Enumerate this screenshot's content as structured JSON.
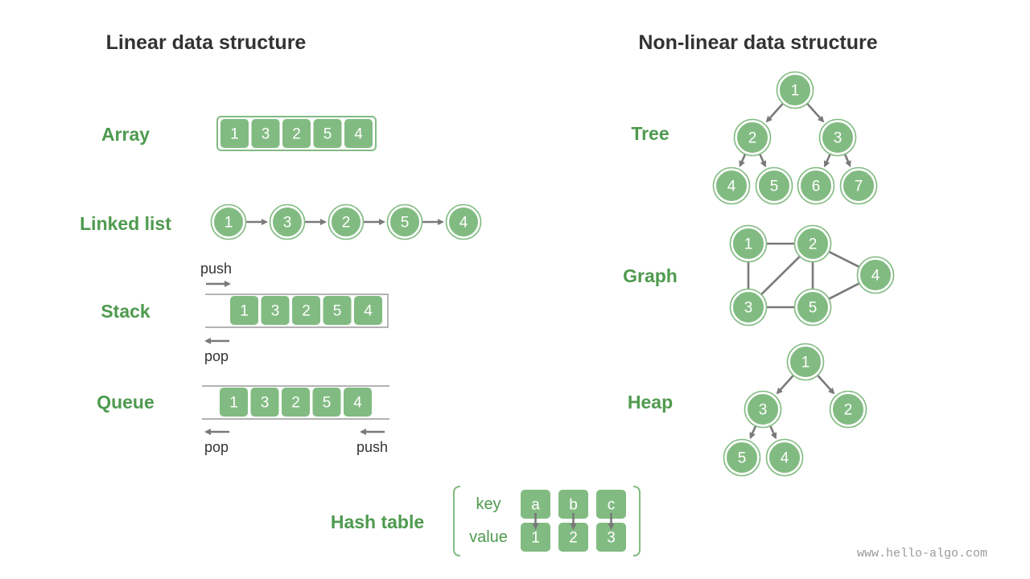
{
  "titles": {
    "linear": "Linear data structure",
    "nonlinear": "Non-linear data structure"
  },
  "labels": {
    "array": "Array",
    "linked_list": "Linked list",
    "stack": "Stack",
    "queue": "Queue",
    "hash_table": "Hash table",
    "tree": "Tree",
    "graph": "Graph",
    "heap": "Heap"
  },
  "array": [
    "1",
    "3",
    "2",
    "5",
    "4"
  ],
  "linked_list": [
    "1",
    "3",
    "2",
    "5",
    "4"
  ],
  "stack": {
    "items": [
      "1",
      "3",
      "2",
      "5",
      "4"
    ],
    "push_label": "push",
    "pop_label": "pop"
  },
  "queue": {
    "items": [
      "1",
      "3",
      "2",
      "5",
      "4"
    ],
    "pop_label": "pop",
    "push_label": "push"
  },
  "tree": {
    "nodes": [
      "1",
      "2",
      "3",
      "4",
      "5",
      "6",
      "7"
    ],
    "edges": [
      [
        "1",
        "2"
      ],
      [
        "1",
        "3"
      ],
      [
        "2",
        "4"
      ],
      [
        "2",
        "5"
      ],
      [
        "3",
        "6"
      ],
      [
        "3",
        "7"
      ]
    ]
  },
  "graph": {
    "nodes": [
      "1",
      "2",
      "3",
      "4",
      "5"
    ],
    "edges": [
      [
        "1",
        "2"
      ],
      [
        "1",
        "3"
      ],
      [
        "2",
        "3"
      ],
      [
        "2",
        "4"
      ],
      [
        "2",
        "5"
      ],
      [
        "3",
        "5"
      ],
      [
        "5",
        "4"
      ]
    ]
  },
  "heap": {
    "nodes": [
      "1",
      "3",
      "2",
      "5",
      "4"
    ],
    "edges": [
      [
        "1",
        "3"
      ],
      [
        "1",
        "2"
      ],
      [
        "3",
        "5"
      ],
      [
        "3",
        "4"
      ]
    ]
  },
  "hash_table": {
    "key_label": "key",
    "value_label": "value",
    "keys": [
      "a",
      "b",
      "c"
    ],
    "values": [
      "1",
      "2",
      "3"
    ]
  },
  "watermark": "www.hello-algo.com",
  "colors": {
    "node_fill": "#82bb82",
    "label_green": "#4f9a4f",
    "title_text": "#333333",
    "edge_gray": "#7a7a7a"
  }
}
